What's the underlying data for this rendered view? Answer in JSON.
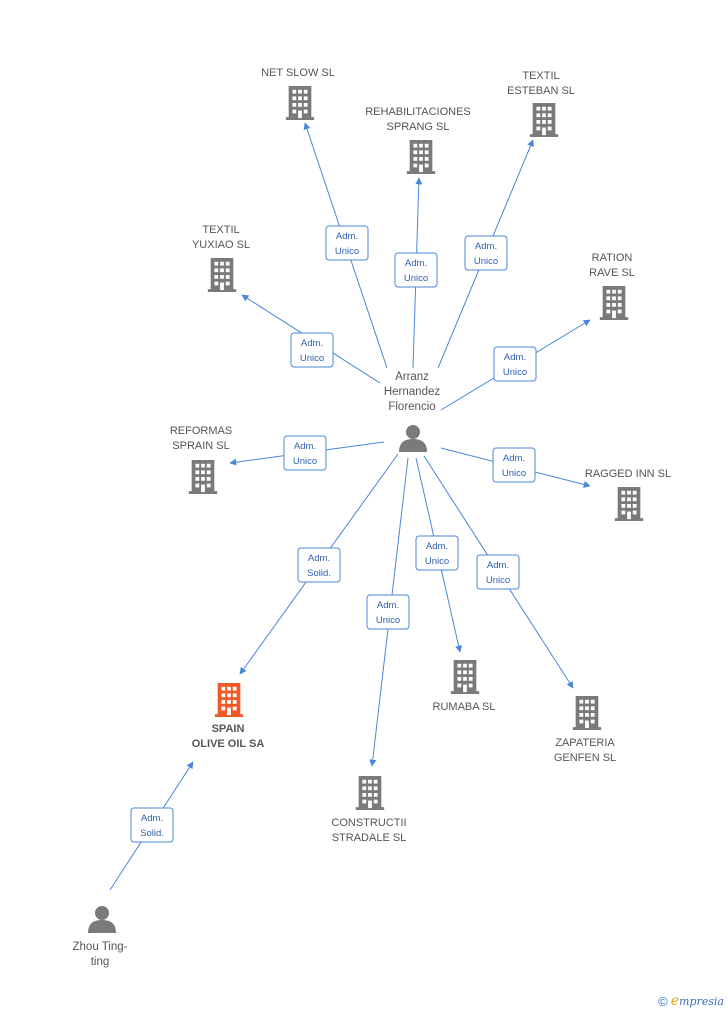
{
  "colors": {
    "edge": "#4a86d8",
    "building": "#7a7a7a",
    "building_focus": "#f05a28",
    "person": "#7a7a7a"
  },
  "person_main": {
    "label_lines": [
      "Arranz",
      "Hernandez",
      "Florencio"
    ],
    "icon": "person-icon"
  },
  "person_secondary": {
    "label_lines": [
      "Zhou Ting-",
      "ting"
    ],
    "icon": "person-icon"
  },
  "companies": [
    {
      "id": "net-slow",
      "label_lines": [
        "NET SLOW SL"
      ],
      "focus": false
    },
    {
      "id": "rehabilitaciones",
      "label_lines": [
        "REHABILITACIONES",
        "SPRANG SL"
      ],
      "focus": false
    },
    {
      "id": "textil-esteban",
      "label_lines": [
        "TEXTIL",
        "ESTEBAN  SL"
      ],
      "focus": false
    },
    {
      "id": "textil-yuxiao",
      "label_lines": [
        "TEXTIL",
        "YUXIAO SL"
      ],
      "focus": false
    },
    {
      "id": "ration-rave",
      "label_lines": [
        "RATION",
        "RAVE SL"
      ],
      "focus": false
    },
    {
      "id": "reformas-sprain",
      "label_lines": [
        "REFORMAS",
        "SPRAIN SL"
      ],
      "focus": false
    },
    {
      "id": "ragged-inn",
      "label_lines": [
        "RAGGED INN SL"
      ],
      "focus": false
    },
    {
      "id": "spain-olive",
      "label_lines": [
        "SPAIN",
        "OLIVE OIL SA"
      ],
      "focus": true
    },
    {
      "id": "rumaba",
      "label_lines": [
        "RUMABA SL"
      ],
      "focus": false
    },
    {
      "id": "zapateria",
      "label_lines": [
        "ZAPATERIA",
        "GENFEN SL"
      ],
      "focus": false
    },
    {
      "id": "constructii",
      "label_lines": [
        "CONSTRUCTII",
        "STRADALE SL"
      ],
      "focus": false
    }
  ],
  "edges": [
    {
      "to": "net-slow",
      "label_lines": [
        "Adm.",
        "Unico"
      ]
    },
    {
      "to": "rehabilitaciones",
      "label_lines": [
        "Adm.",
        "Unico"
      ]
    },
    {
      "to": "textil-esteban",
      "label_lines": [
        "Adm.",
        "Unico"
      ]
    },
    {
      "to": "textil-yuxiao",
      "label_lines": [
        "Adm.",
        "Unico"
      ]
    },
    {
      "to": "ration-rave",
      "label_lines": [
        "Adm.",
        "Unico"
      ]
    },
    {
      "to": "reformas-sprain",
      "label_lines": [
        "Adm.",
        "Unico"
      ]
    },
    {
      "to": "ragged-inn",
      "label_lines": [
        "Adm.",
        "Unico"
      ]
    },
    {
      "to": "spain-olive",
      "label_lines": [
        "Adm.",
        "Solid."
      ]
    },
    {
      "to": "constructii",
      "label_lines": [
        "Adm.",
        "Unico"
      ]
    },
    {
      "to": "rumaba",
      "label_lines": [
        "Adm.",
        "Unico"
      ]
    },
    {
      "to": "zapateria",
      "label_lines": [
        "Adm.",
        "Unico"
      ]
    },
    {
      "from": "zhou",
      "to": "spain-olive",
      "label_lines": [
        "Adm.",
        "Solid."
      ]
    }
  ],
  "footer": {
    "copyright_symbol": "©",
    "brand_initial": "e",
    "brand_rest": "mpresia"
  }
}
